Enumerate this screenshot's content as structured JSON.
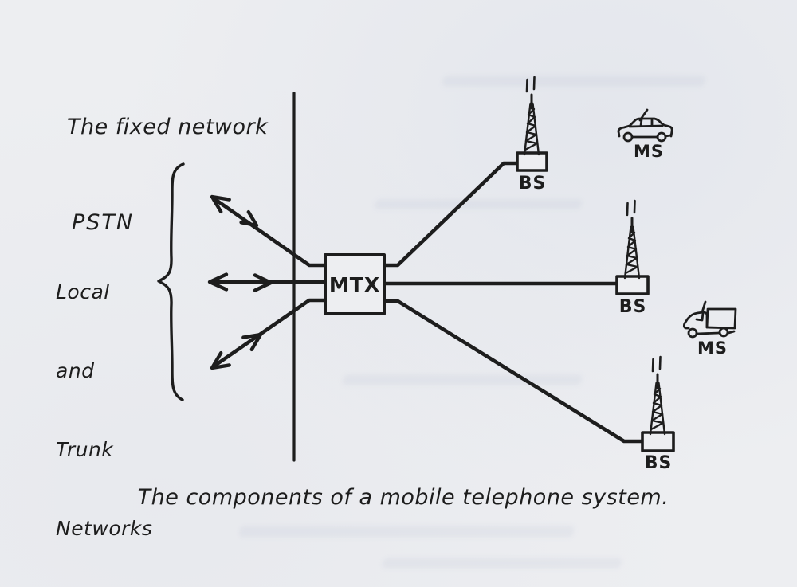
{
  "page": {
    "paper_color": "#edeef1",
    "ink_color": "#1d1d1d"
  },
  "labels": {
    "fixed_network": {
      "line1": "The fixed network",
      "line2": "PSTN"
    },
    "local_trunk": {
      "line1": "Local",
      "line2": "and",
      "line3": "Trunk",
      "line4": "Networks"
    },
    "mtx": "MTX",
    "bs_top": "BS",
    "bs_middle": "BS",
    "bs_bottom": "BS",
    "ms_car": "MS",
    "ms_truck": "MS",
    "caption": "The components of a mobile telephone system."
  },
  "icons": {
    "tower": "radio-tower-icon",
    "car": "car-icon",
    "truck": "truck-icon",
    "brace": "curly-brace",
    "arrows": "two-way-arrow"
  }
}
